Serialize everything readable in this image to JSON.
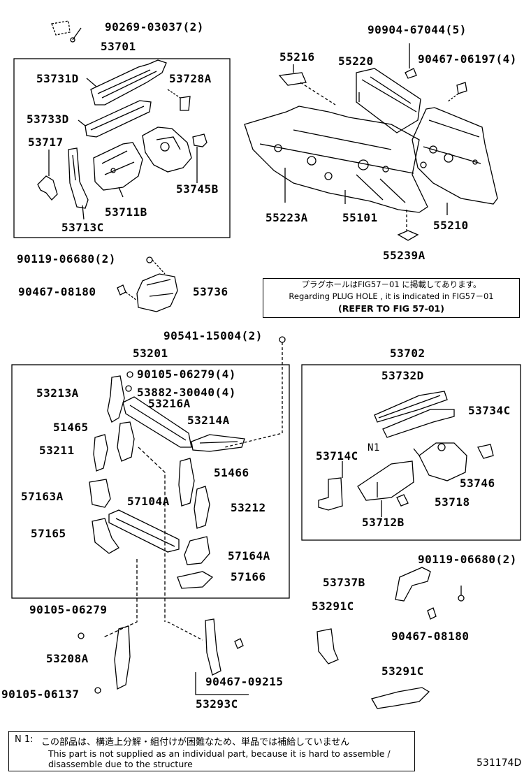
{
  "diagram": {
    "labels": {
      "p90269": "90269-03037(2)",
      "p53701": "53701",
      "p53731D": "53731D",
      "p53728A": "53728A",
      "p53733D": "53733D",
      "p53717": "53717",
      "p53745B": "53745B",
      "p53711B": "53711B",
      "p53713C": "53713C",
      "p90904": "90904-67044(5)",
      "p55216": "55216",
      "p55220": "55220",
      "p90467_06197": "90467-06197(4)",
      "p55223A": "55223A",
      "p55101": "55101",
      "p55210": "55210",
      "p55239A": "55239A",
      "p90119_a": "90119-06680(2)",
      "p90467_08180_a": "90467-08180",
      "p53736": "53736",
      "p90541": "90541-15004(2)",
      "p53201": "53201",
      "p90105_06279_4": "90105-06279(4)",
      "p53882": "53882-30040(4)",
      "p53213A": "53213A",
      "p53216A": "53216A",
      "p53214A": "53214A",
      "p51465": "51465",
      "p53211": "53211",
      "p51466": "51466",
      "p57163A": "57163A",
      "p57104A": "57104A",
      "p53212": "53212",
      "p57165": "57165",
      "p57164A": "57164A",
      "p57166": "57166",
      "p53702": "53702",
      "p53732D": "53732D",
      "p53734C": "53734C",
      "p53714C": "53714C",
      "pN1": "N1",
      "p53746": "53746",
      "p53718": "53718",
      "p53712B": "53712B",
      "p90119_b": "90119-06680(2)",
      "p53737B": "53737B",
      "p53291C_a": "53291C",
      "p90467_08180_b": "90467-08180",
      "p53291C_b": "53291C",
      "p90105_06279": "90105-06279",
      "p53208A": "53208A",
      "p90105_06137": "90105-06137",
      "p90467_09215": "90467-09215",
      "p53293C": "53293C"
    },
    "note": {
      "line1": "プラグホールはFIG57－01 に掲載してあります。",
      "line2": "Regarding PLUG HOLE , it is indicated in FIG57－01",
      "line3": "(REFER TO FIG 57-01)"
    },
    "footer": {
      "n1_label": "N 1:",
      "japanese": "この部品は、構造上分解・組付けが困難なため、単品では補給していません",
      "english1": "This part is not supplied as an individual part, because it is hard to assemble /",
      "english2": "disassemble due to the structure"
    },
    "figure_code": "531174D"
  }
}
